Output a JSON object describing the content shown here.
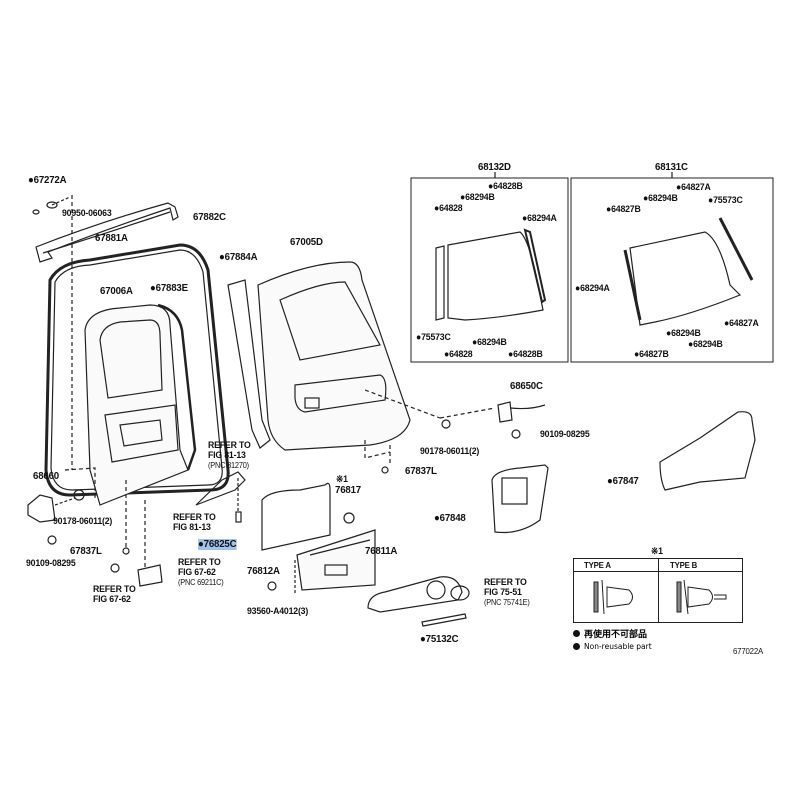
{
  "diagram": {
    "figure_code": "677022A",
    "parts": {
      "p67272A": "●67272A",
      "p90950": "90950-06063",
      "p67882C": "67882C",
      "p67881A": "67881A",
      "p67884A": "●67884A",
      "p67005D": "67005D",
      "p67006A": "67006A",
      "p67883E": "●67883E",
      "p68660": "68660",
      "p90178a": "90178-06011(2)",
      "p90109a": "90109-08295",
      "p67837La": "67837L",
      "p76817": "76817",
      "p76825C": "●76825C",
      "p76812A": "76812A",
      "p93560": "93560-A4012(3)",
      "p76811A": "76811A",
      "p75132C": "●75132C",
      "p68650C": "68650C",
      "p90178b": "90178-06011(2)",
      "p90109b": "90109-08295",
      "p67837Lb": "67837L",
      "p67848": "●67848",
      "p67847": "●67847"
    },
    "refs": {
      "r1": [
        "REFER TO",
        "FIG 81-13",
        "(PNC 81270)"
      ],
      "r2": [
        "REFER TO",
        "FIG 81-13"
      ],
      "r3": [
        "REFER TO",
        "FIG 67-62",
        "(PNC 69211C)"
      ],
      "r4": [
        "REFER TO",
        "FIG 67-62"
      ],
      "r5": [
        "REFER TO",
        "FIG 75-51",
        "(PNC 75741E)"
      ]
    },
    "note_mark": "※1",
    "left_window": {
      "title": "68132D",
      "labels": [
        "●64828B",
        "●68294B",
        "●64828",
        "●68294A",
        "●75573C",
        "●68294B",
        "●64828",
        "●64828B"
      ]
    },
    "right_window": {
      "title": "68131C",
      "labels": [
        "●64827A",
        "●68294B",
        "●64827B",
        "●75573C",
        "●68294A",
        "●64827A",
        "●68294B",
        "●68294B",
        "●64827B"
      ]
    },
    "clip_table": {
      "mark": "※1",
      "type_a": "TYPE  A",
      "type_b": "TYPE  B"
    },
    "legend": {
      "jp": "再使用不可部品",
      "en": "Non-reusable part"
    }
  }
}
